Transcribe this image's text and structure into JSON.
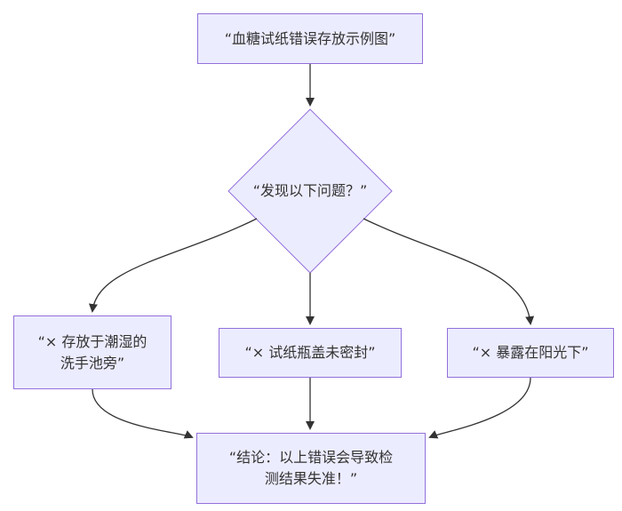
{
  "nodes": {
    "start": "“血糖试纸错误存放示例图”",
    "decision": "“发现以下问题？”",
    "opt1": "“× 存放于潮湿的洗手池旁”",
    "opt2": "“× 试纸瓶盖未密封”",
    "opt3": "“× 暴露在阳光下”",
    "result": "“结论：以上错误会导致检测结果失准！”"
  },
  "colors": {
    "node_fill": "#ececff",
    "node_border": "#9370db",
    "edge": "#333333",
    "text": "#333333"
  }
}
